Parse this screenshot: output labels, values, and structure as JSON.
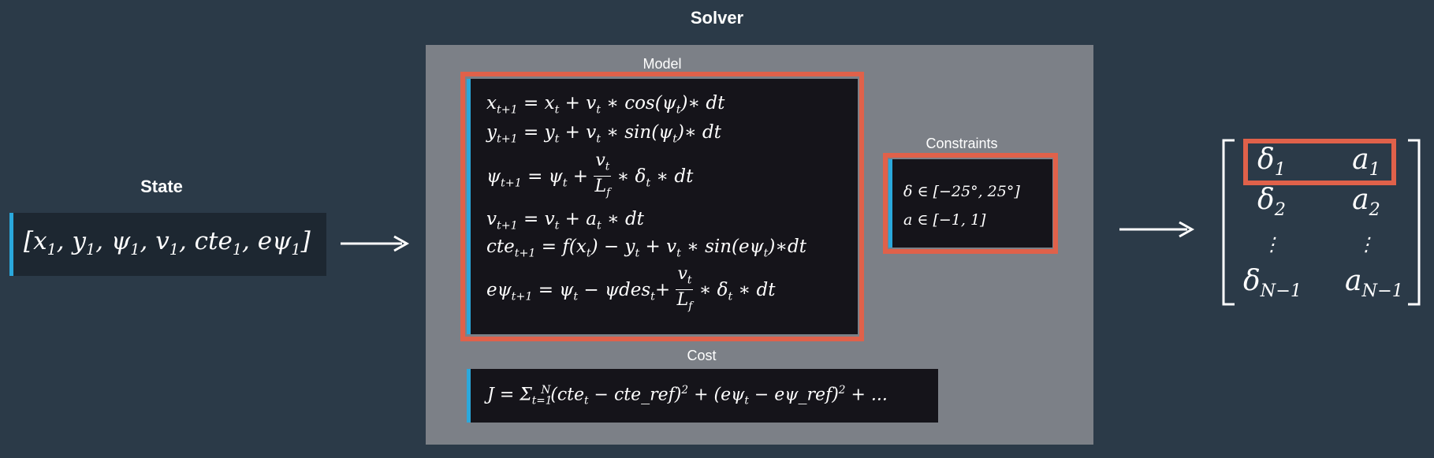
{
  "titles": {
    "solver": "Solver",
    "state": "State",
    "model": "Model",
    "constraints": "Constraints",
    "cost": "Cost"
  },
  "state_vector": "[x1, y1, ψ1, v1, cte1, eψ1]",
  "model_equations": [
    "x_{t+1} = x_t + v_t * cos(ψ_t) * dt",
    "y_{t+1} = y_t + v_t * sin(ψ_t) * dt",
    "ψ_{t+1} = ψ_t + v_t / L_f * δ_t * dt",
    "v_{t+1} = v_t + a_t * dt",
    "cte_{t+1} = f(x_t) − y_t + v_t * sin(eψ_t) * dt",
    "eψ_{t+1} = ψ_t − ψdes_t + v_t / L_f * δ_t * dt"
  ],
  "constraints": [
    "δ ∈ [−25°, 25°]",
    "a ∈ [−1, 1]"
  ],
  "cost_function": "J = Σ_{t=1}^{N} (cte_t − cte_ref)^2 + (eψ_t − eψ_ref)^2 + ...",
  "output_matrix": [
    [
      "δ1",
      "a1"
    ],
    [
      "δ2",
      "a2"
    ],
    [
      "⋮",
      "⋮"
    ],
    [
      "δN−1",
      "aN−1"
    ]
  ],
  "colors": {
    "background": "#2b3a48",
    "panel": "#7c8087",
    "box": "#15141a",
    "highlight": "#e0614a",
    "accent": "#2aa8dc"
  }
}
